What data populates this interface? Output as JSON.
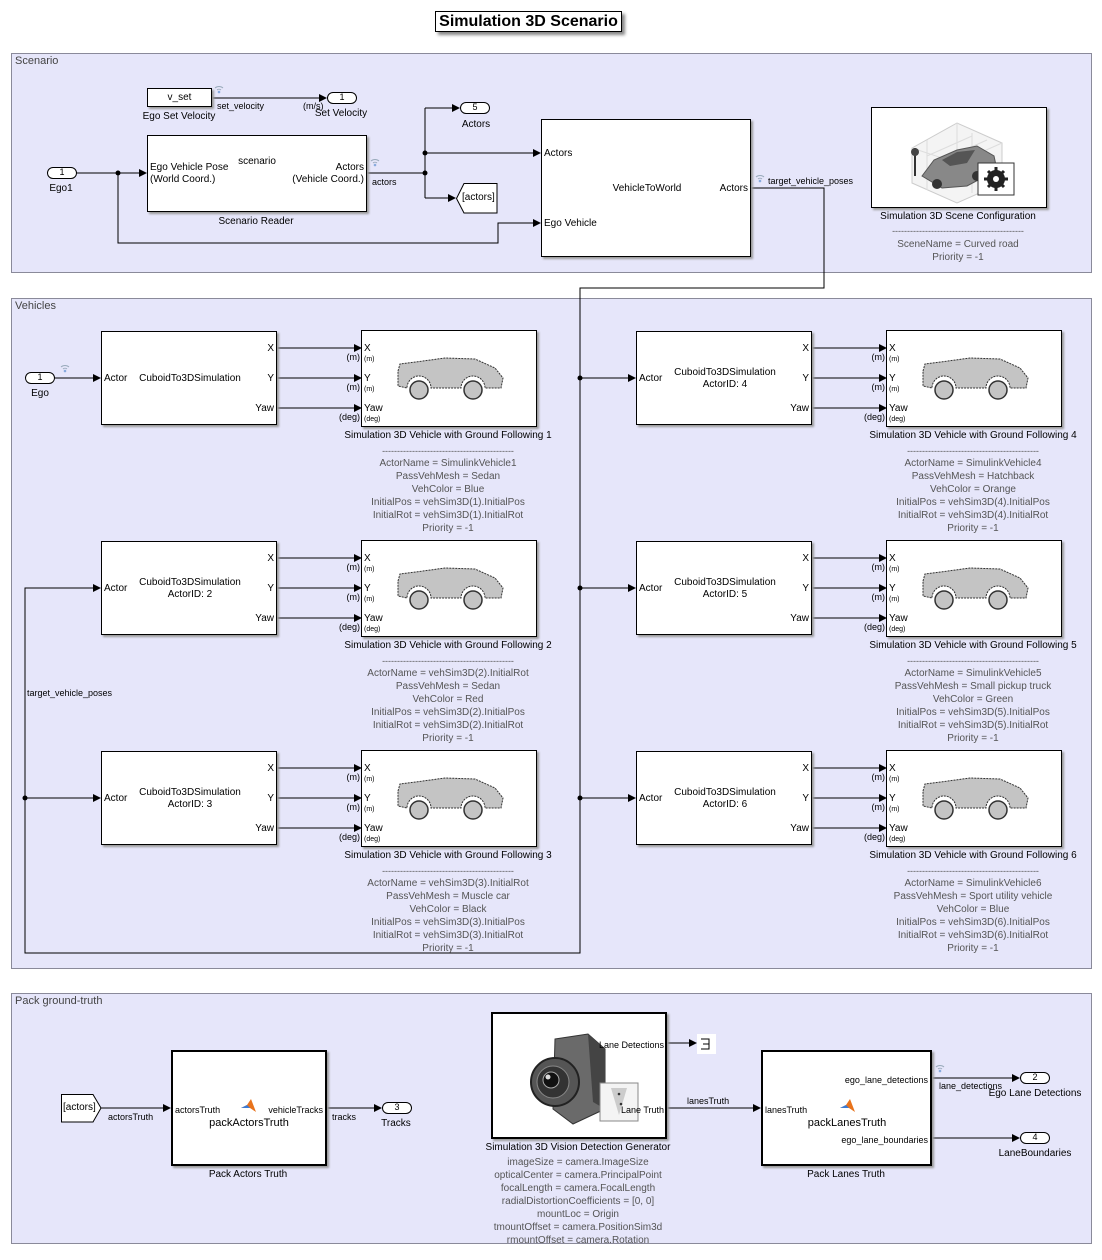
{
  "title": "Simulation 3D Scenario",
  "scenario": {
    "label": "Scenario",
    "ego_set_velocity": {
      "value": "v_set",
      "label": "Ego Set Velocity",
      "signal": "set_velocity"
    },
    "set_velocity_port": {
      "num": "1",
      "unit": "(m/s)",
      "label": "Set Velocity"
    },
    "ego1_port": {
      "num": "1",
      "label": "Ego1"
    },
    "reader": {
      "in_line1": "Ego Vehicle Pose",
      "in_line2": "(World Coord.)",
      "param": "scenario",
      "out_line1": "Actors",
      "out_line2": "(Vehicle Coord.)",
      "label": "Scenario Reader"
    },
    "actors_signal": "actors",
    "actors_port": {
      "num": "5",
      "label": "Actors"
    },
    "goto_tag": "[actors]",
    "vehicle_to_world": {
      "in1": "Actors",
      "in2": "Ego Vehicle",
      "name": "VehicleToWorld",
      "out": "Actors"
    },
    "out_signal": "target_vehicle_poses",
    "scene_config": {
      "label": "Simulation 3D Scene Configuration",
      "dashes": "--------------------------------------------",
      "params": [
        "SceneName = Curved road",
        "Priority = -1"
      ]
    }
  },
  "vehicles": {
    "label": "Vehicles",
    "ego_port": {
      "num": "1",
      "label": "Ego"
    },
    "signal_label": "target_vehicle_poses",
    "cuboid_in": "Actor",
    "cuboid_outs": [
      "X",
      "Y",
      "Yaw"
    ],
    "veh_ins": [
      "X",
      "Y",
      "Yaw"
    ],
    "veh_units": [
      "(m)",
      "(m)",
      "(deg)"
    ],
    "dashes": "--------------------------------------------",
    "items": [
      {
        "cuboid": [
          "CuboidTo3DSimulation"
        ],
        "name": "Simulation 3D Vehicle with Ground Following 1",
        "params": [
          "ActorName = SimulinkVehicle1",
          "PassVehMesh = Sedan",
          "VehColor = Blue",
          "InitialPos = vehSim3D(1).InitialPos",
          "InitialRot = vehSim3D(1).InitialRot",
          "Priority = -1"
        ]
      },
      {
        "cuboid": [
          "CuboidTo3DSimulation",
          "ActorID: 2"
        ],
        "name": "Simulation 3D Vehicle with Ground Following 2",
        "params": [
          "ActorName = vehSim3D(2).InitialRot",
          "PassVehMesh = Sedan",
          "VehColor = Red",
          "InitialPos = vehSim3D(2).InitialPos",
          "InitialRot = vehSim3D(2).InitialRot",
          "Priority = -1"
        ]
      },
      {
        "cuboid": [
          "CuboidTo3DSimulation",
          "ActorID: 3"
        ],
        "name": "Simulation 3D Vehicle with Ground Following 3",
        "params": [
          "ActorName = vehSim3D(3).InitialRot",
          "PassVehMesh = Muscle car",
          "VehColor = Black",
          "InitialPos = vehSim3D(3).InitialPos",
          "InitialRot = vehSim3D(3).InitialRot",
          "Priority = -1"
        ]
      },
      {
        "cuboid": [
          "CuboidTo3DSimulation",
          "ActorID: 4"
        ],
        "name": "Simulation 3D Vehicle with Ground Following 4",
        "params": [
          "ActorName = SimulinkVehicle4",
          "PassVehMesh = Hatchback",
          "VehColor = Orange",
          "InitialPos = vehSim3D(4).InitialPos",
          "InitialRot = vehSim3D(4).InitialRot",
          "Priority = -1"
        ]
      },
      {
        "cuboid": [
          "CuboidTo3DSimulation",
          "ActorID: 5"
        ],
        "name": "Simulation 3D Vehicle with Ground Following 5",
        "params": [
          "ActorName = SimulinkVehicle5",
          "PassVehMesh = Small pickup truck",
          "VehColor = Green",
          "InitialPos = vehSim3D(5).InitialPos",
          "InitialRot = vehSim3D(5).InitialRot",
          "Priority = -1"
        ]
      },
      {
        "cuboid": [
          "CuboidTo3DSimulation",
          "ActorID: 6"
        ],
        "name": "Simulation 3D Vehicle with Ground Following 6",
        "params": [
          "ActorName = SimulinkVehicle6",
          "PassVehMesh = Sport utility vehicle",
          "VehColor = Blue",
          "InitialPos = vehSim3D(6).InitialPos",
          "InitialRot = vehSim3D(6).InitialRot",
          "Priority = -1"
        ]
      }
    ]
  },
  "pack": {
    "label": "Pack ground-truth",
    "from_tag": "[actors]",
    "actors_signal": "actorsTruth",
    "actors_block": {
      "in": "actorsTruth",
      "out": "vehicleTracks",
      "fn": "packActorsTruth",
      "label": "Pack Actors Truth"
    },
    "tracks_signal": "tracks",
    "tracks_port": {
      "num": "3",
      "label": "Tracks"
    },
    "vision": {
      "out1": "Lane Detections",
      "out2": "Lane Truth",
      "label": "Simulation 3D Vision Detection Generator",
      "params": [
        "imageSize = camera.ImageSize",
        "opticalCenter = camera.PrincipalPoint",
        "focalLength = camera.FocalLength",
        "radialDistortionCoefficients = [0, 0]",
        "mountLoc = Origin",
        "tmountOffset = camera.PositionSim3d",
        "rmountOffset = camera.Rotation"
      ]
    },
    "lanes_signal": "lanesTruth",
    "lanes_block": {
      "in": "lanesTruth",
      "out1": "ego_lane_detections",
      "out2": "ego_lane_boundaries",
      "fn": "packLanesTruth",
      "label": "Pack Lanes Truth"
    },
    "lane_det_signal": "lane_detections",
    "lane_det_port": {
      "num": "2",
      "label": "Ego Lane Detections"
    },
    "lane_bound_port": {
      "num": "4",
      "label": "LaneBoundaries"
    }
  }
}
